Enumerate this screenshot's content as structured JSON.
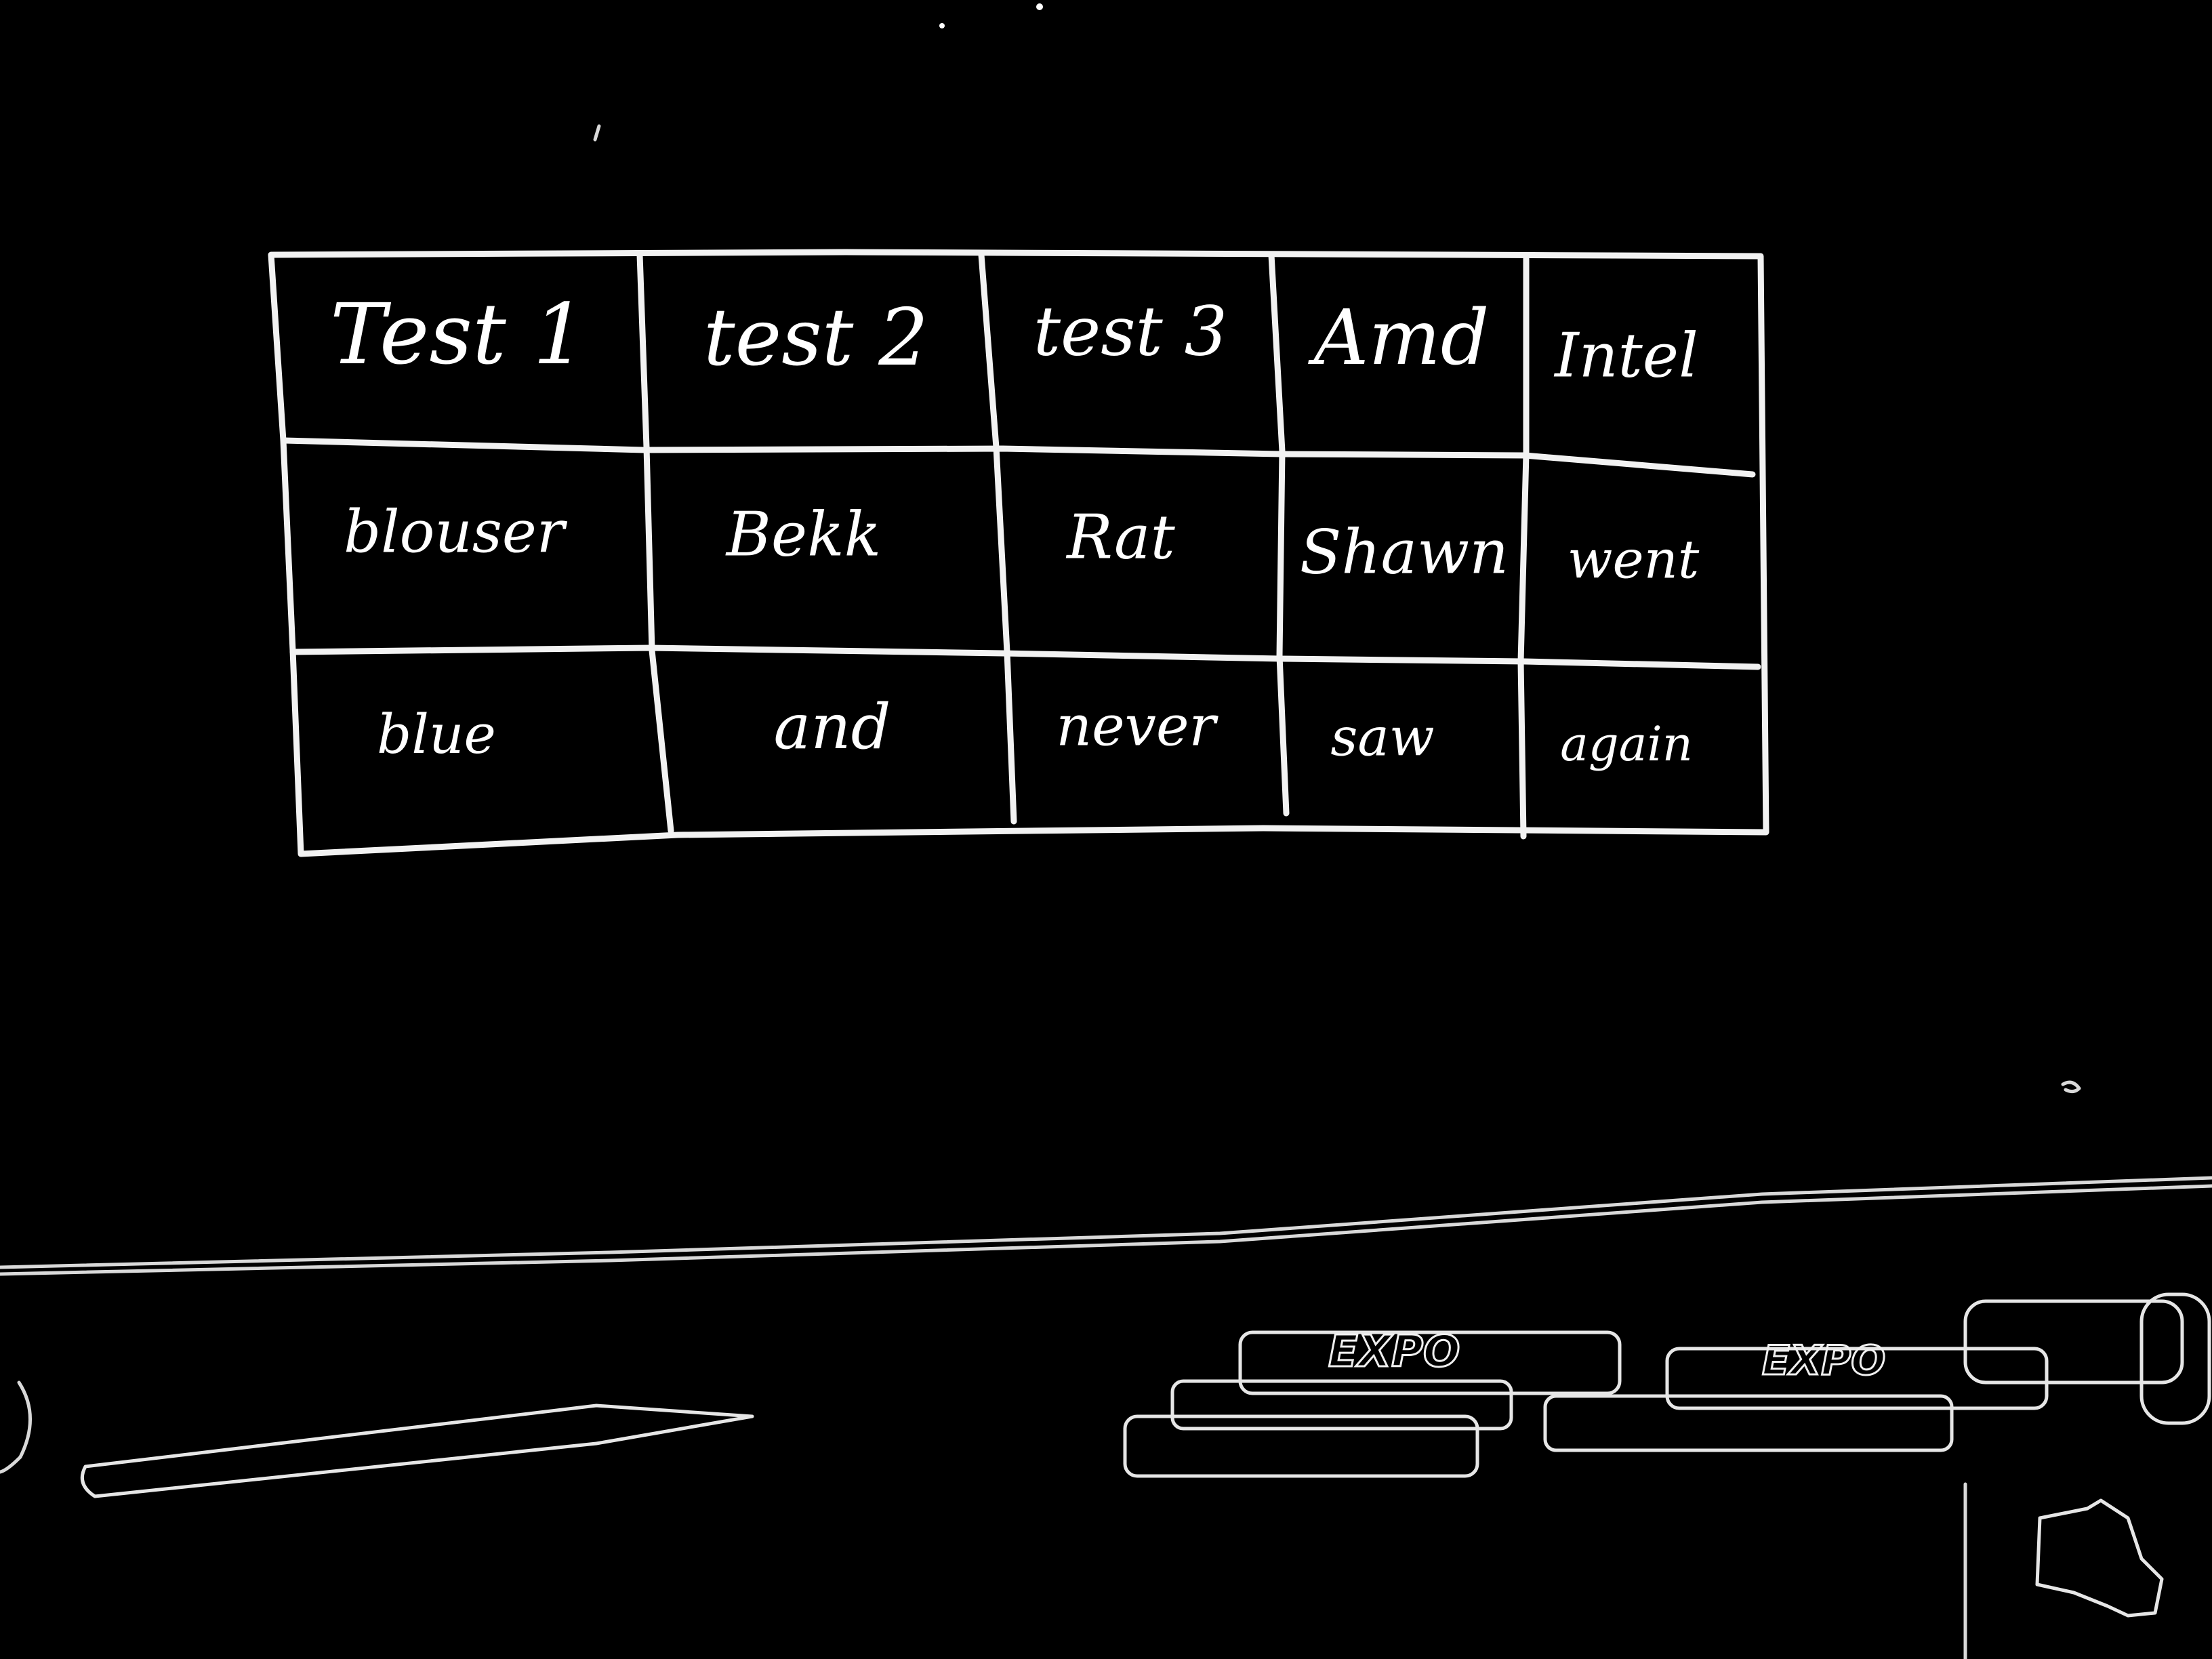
{
  "whiteboard_table": {
    "rows": [
      [
        "Test 1",
        "test 2",
        "test 3",
        "Amd",
        "Intel"
      ],
      [
        "blouser",
        "Bekk",
        "Rat",
        "Shawn",
        "went"
      ],
      [
        "blue",
        "and",
        "never",
        "saw",
        "again"
      ]
    ]
  },
  "markers": {
    "left_brand": "EXPO",
    "right_brand": "EXPO"
  },
  "colors": {
    "background": "#000000",
    "ink": "#ffffff"
  }
}
